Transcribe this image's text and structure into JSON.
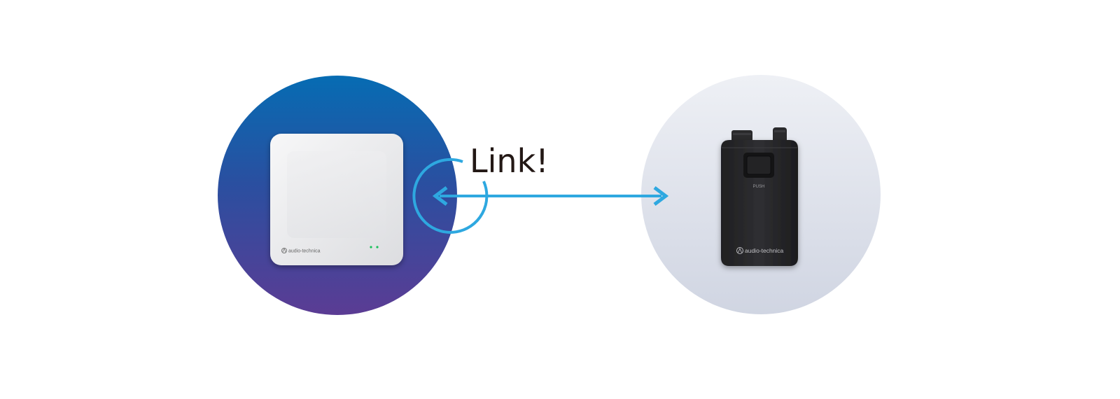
{
  "link_label": "Link!",
  "access_point": {
    "brand": "audio-technica",
    "status_led_color": "#19c15a"
  },
  "bodypack": {
    "brand": "audio-technica",
    "button_label": "PUSH"
  },
  "colors": {
    "link_arrow": "#2ea8e0",
    "left_circle_top": "#066cb3",
    "left_circle_bottom": "#5b3c94",
    "right_circle_top": "#eef0f5",
    "right_circle_bottom": "#d0d5e2",
    "device_body": "#2b2b2d"
  },
  "icons": {
    "brand_logo": "audio-technica-logo-icon",
    "link_cycle": "circular-link-icon",
    "link_arrow": "double-headed-arrow-icon"
  }
}
